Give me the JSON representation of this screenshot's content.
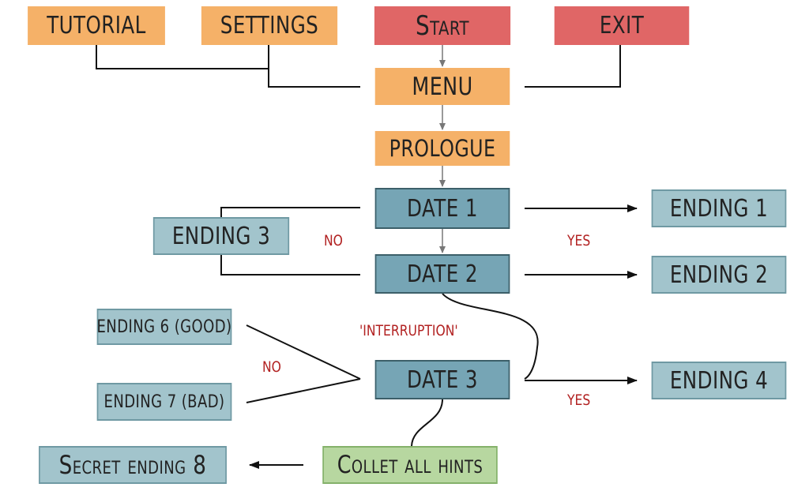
{
  "nodes": {
    "tutorial": "TUTORIAL",
    "settings": "SETTINGS",
    "start": "Start",
    "exit": "EXIT",
    "menu": "MENU",
    "prologue": "PROLOGUE",
    "date1": "DATE 1",
    "date2": "DATE 2",
    "date3": "DATE 3",
    "ending1": "ENDING 1",
    "ending2": "ENDING 2",
    "ending3": "ENDING 3",
    "ending4": "ENDING 4",
    "ending6": "ENDING 6 (GOOD)",
    "ending7": "ENDING 7 (BAD)",
    "ending8": "Secret ending 8",
    "hints": "Collet all hints"
  },
  "labels": {
    "no_top": "NO",
    "yes_top": "YES",
    "interruption": "'INTERRUPTION'",
    "no_bottom": "NO",
    "yes_bottom": "YES"
  },
  "colors": {
    "orange": "#f5b168",
    "red": "#e06666",
    "dark_teal": "#76a5b5",
    "light_teal": "#a2c4cc",
    "green": "#b7d7a0",
    "label_red": "#b22222"
  }
}
